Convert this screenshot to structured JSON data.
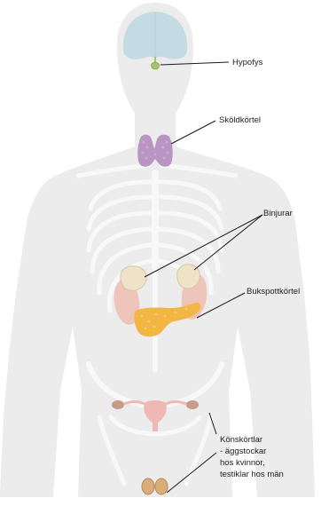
{
  "labels": {
    "hypofys": "Hypofys",
    "skoldkortel": "Sköldkörtel",
    "binjurar": "Binjurar",
    "bukspottkortel": "Bukspottkörtel",
    "konskortlar": [
      "Könskörtlar",
      "- äggstockar",
      "hos kvinnor,",
      "testiklar hos män"
    ]
  },
  "colors": {
    "body": "#ececec",
    "skeleton": "#f7f7f7",
    "brain": "#c5dbe4",
    "pituitary": "#a8c26a",
    "thyroid": "#b895c2",
    "adrenal": "#eee2c8",
    "kidney": "#eec4bb",
    "pancreas": "#f2b642",
    "uterus": "#f0b8b5",
    "ovary": "#c89b86",
    "testis": "#d8ad78",
    "leader_line": "#1a1a1a"
  }
}
